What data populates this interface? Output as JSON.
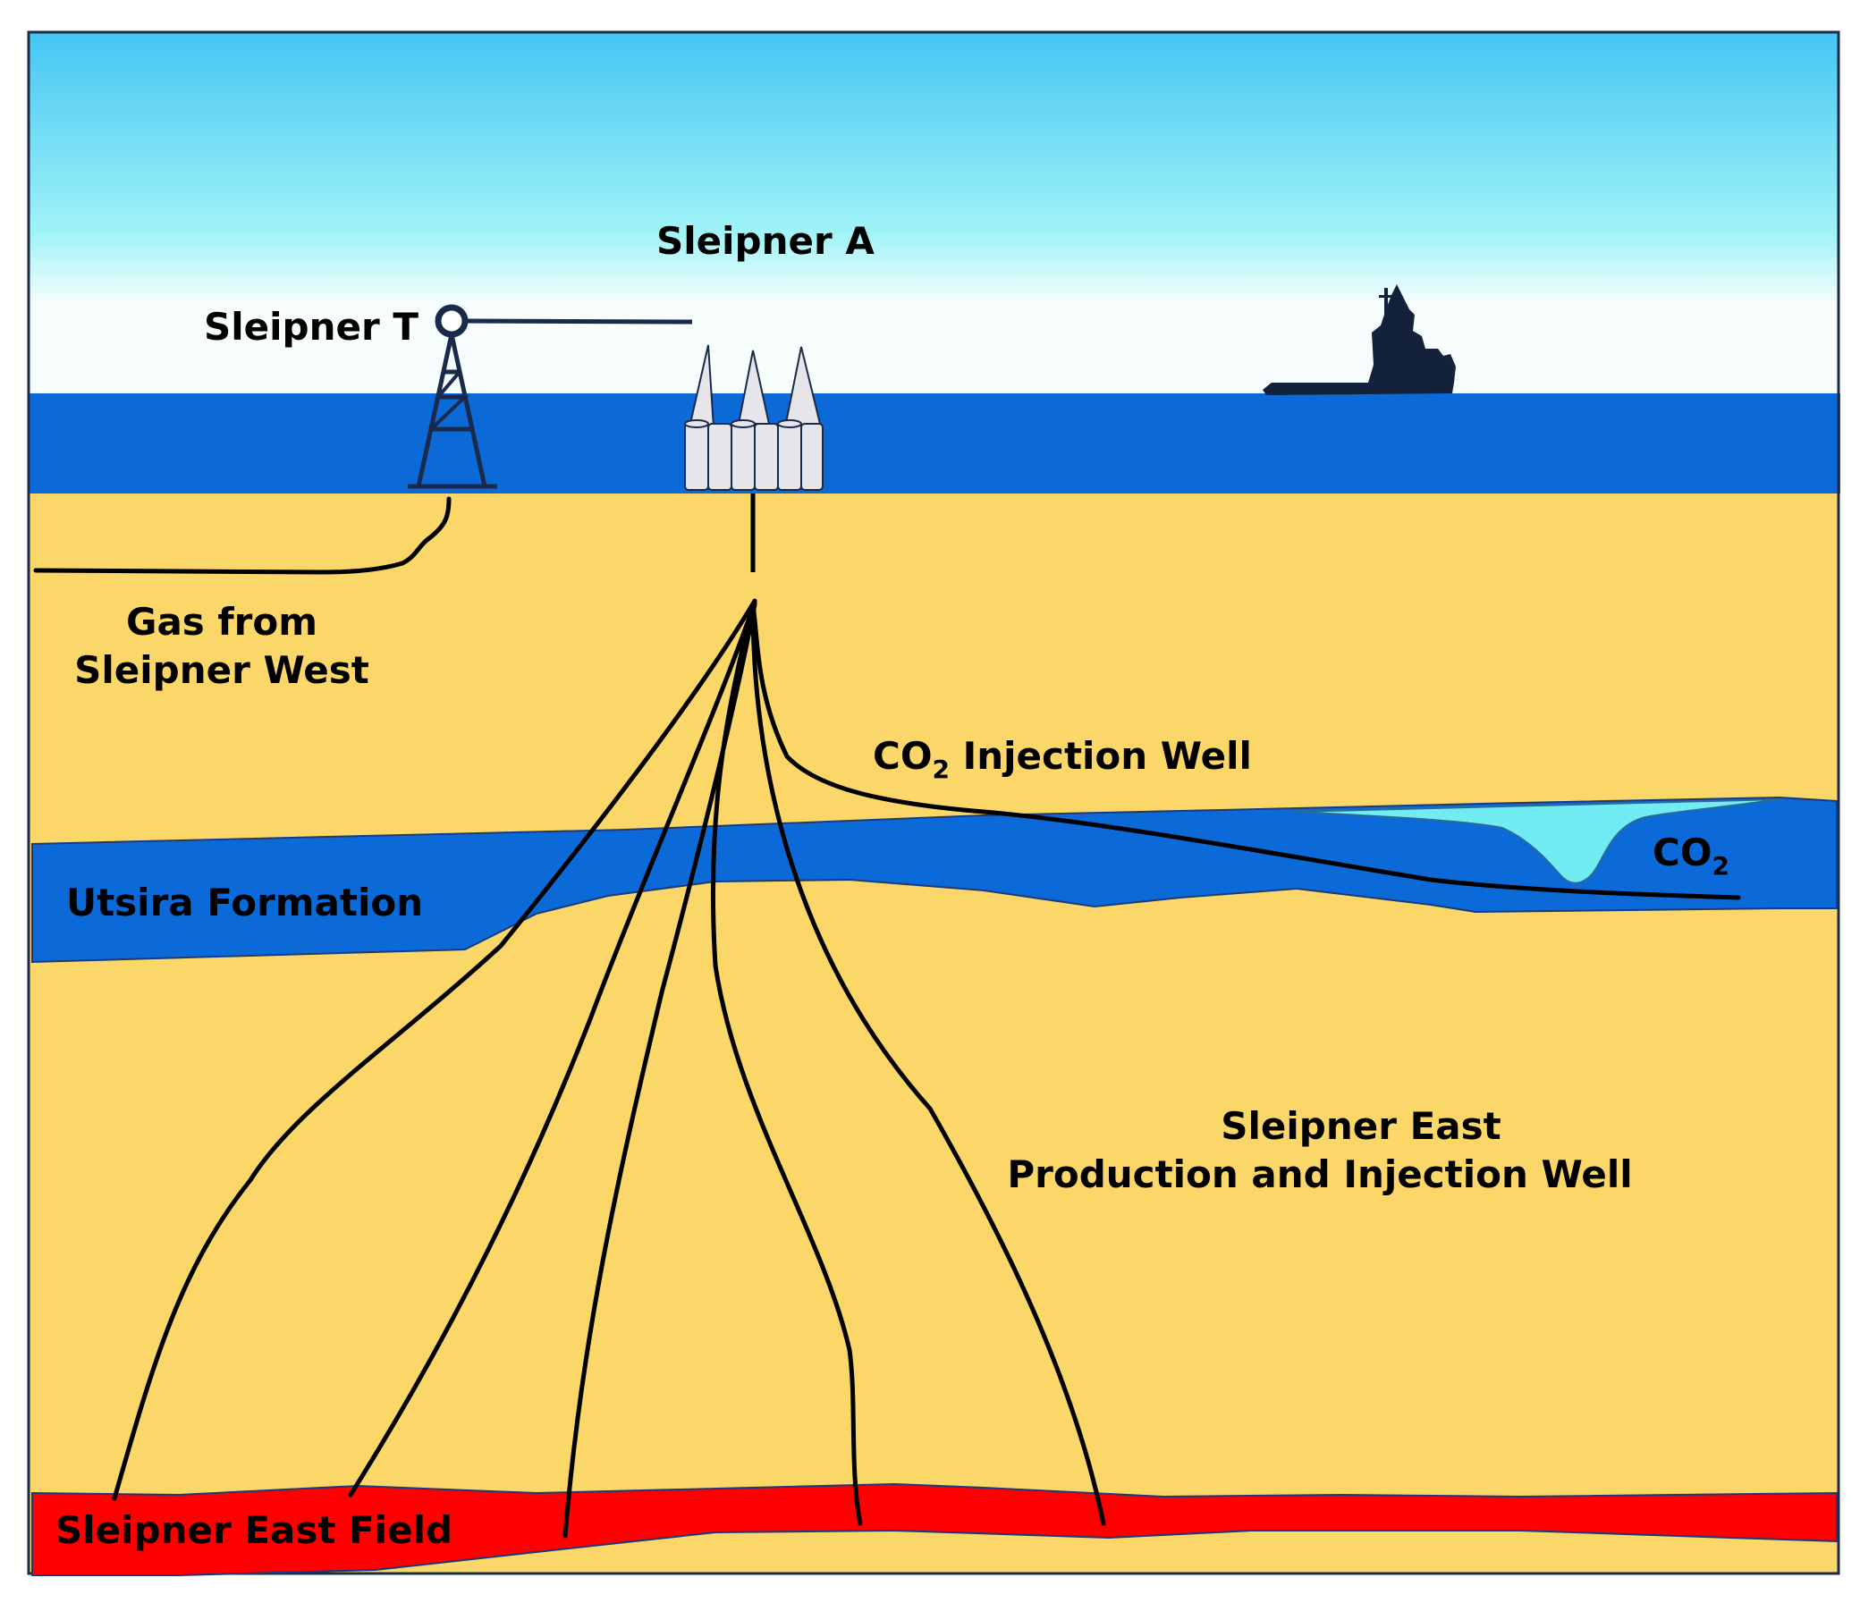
{
  "labels": {
    "sleipner_a": "Sleipner A",
    "sleipner_t": "Sleipner T",
    "gas_from_line1": "Gas from",
    "gas_from_line2": "Sleipner West",
    "co2_injection_prefix": "CO",
    "co2_injection_sub": "2",
    "co2_injection_suffix": " Injection Well",
    "co2_plume_prefix": "CO",
    "co2_plume_sub": "2",
    "utsira": "Utsira Formation",
    "east_well_line1": "Sleipner East",
    "east_well_line2": "Production and Injection Well",
    "east_field": "Sleipner East Field"
  },
  "colors": {
    "sky_top": "#45c6f3",
    "sky_mid": "#9ff3f6",
    "sky_bottom": "#f7fdfd",
    "sea": "#0b6ad8",
    "sediment": "#fbd76a",
    "utsira": "#0b6ad8",
    "co2_plume": "#72ecf3",
    "east_field": "#ff0000",
    "platform": "#e6e6ea",
    "structure_line": "#1a2a4a",
    "well_line": "#000000"
  },
  "icons": [
    "sleipner-t-platform-icon",
    "sleipner-a-platform-icon",
    "ship-icon"
  ]
}
